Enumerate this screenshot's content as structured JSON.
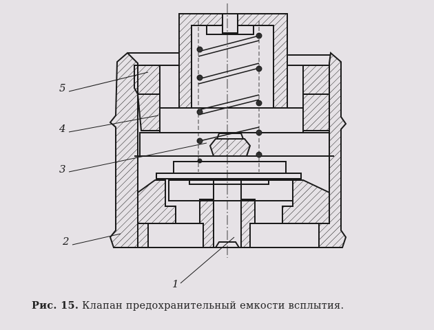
{
  "figure": {
    "caption_prefix": "Рис. 15.",
    "caption_text": "Клапан предохранительный емкости всплытия.",
    "labels": [
      "1",
      "2",
      "3",
      "4",
      "5"
    ]
  },
  "colors": {
    "paper": "#e6e2e6",
    "ink": "#1a1a1a"
  }
}
